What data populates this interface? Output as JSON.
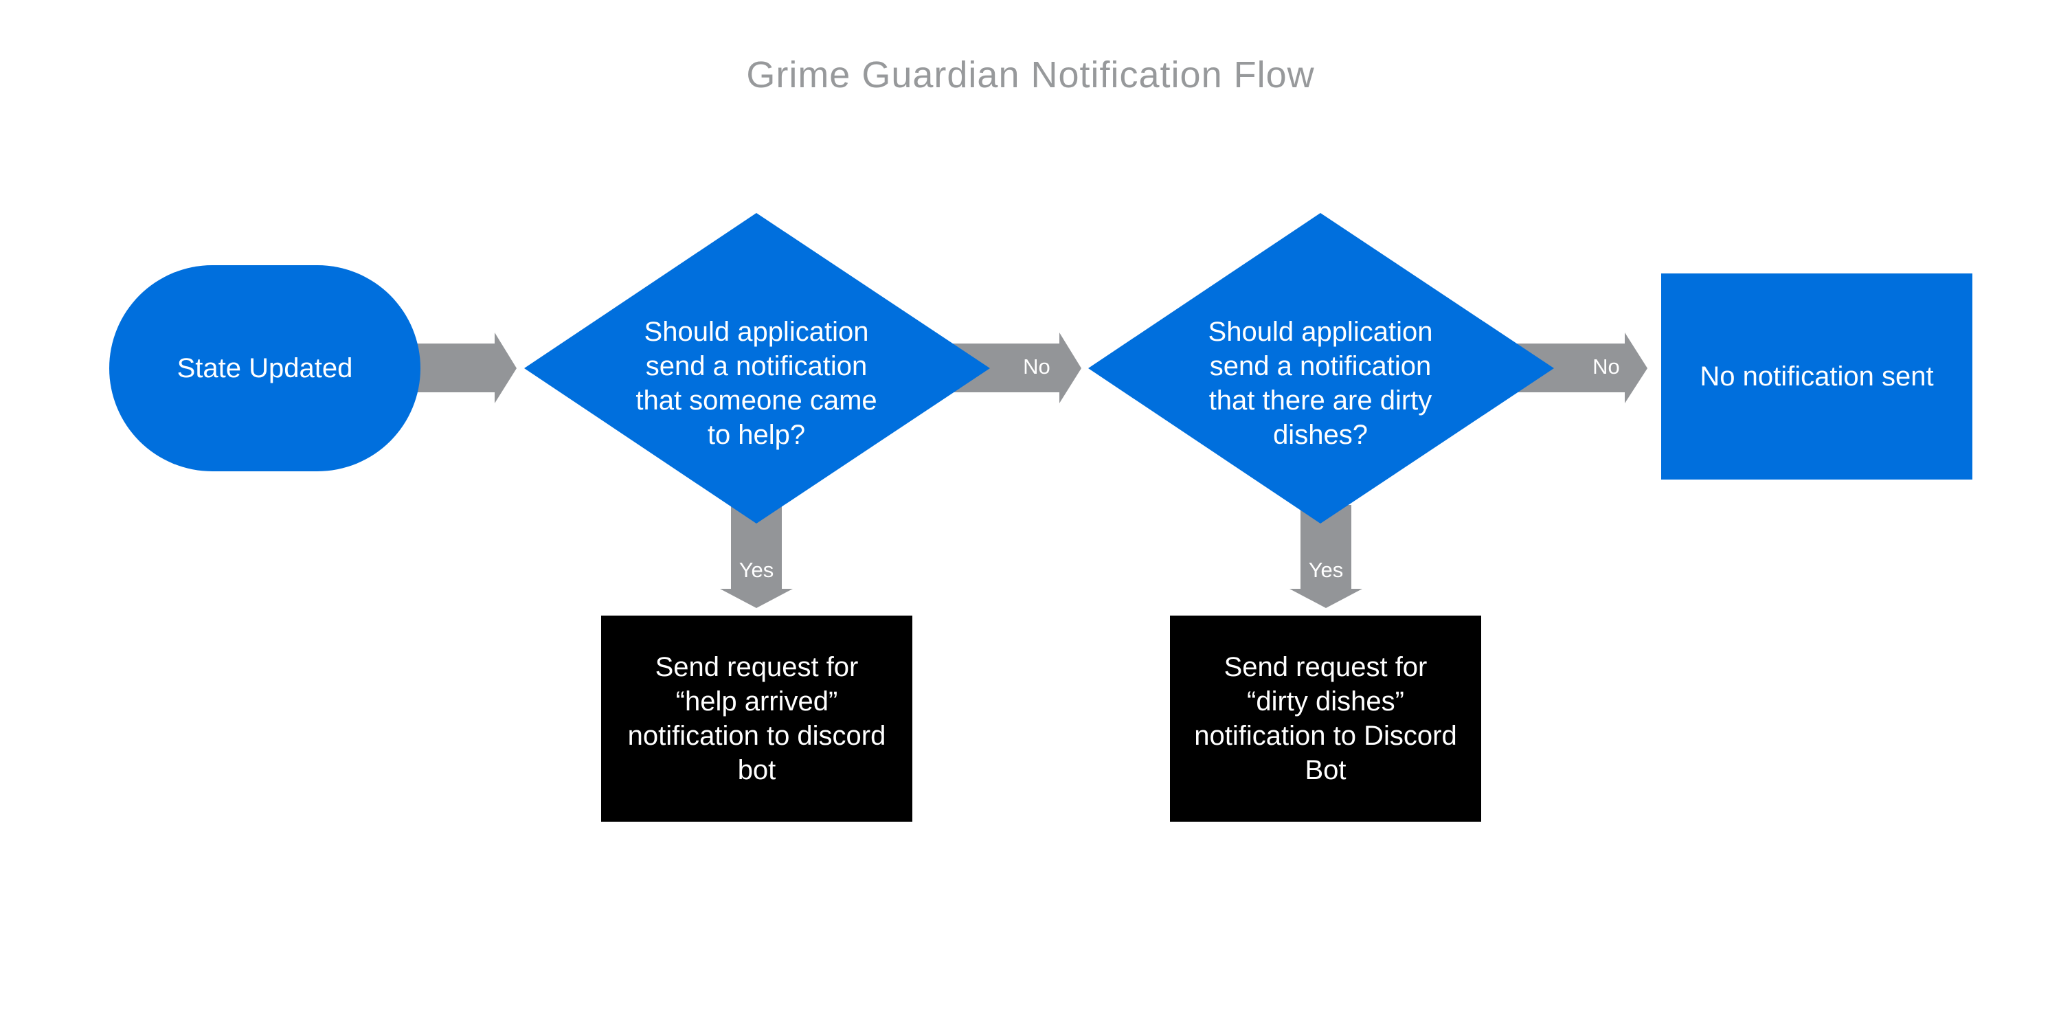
{
  "title": "Grime Guardian Notification Flow",
  "colors": {
    "process_blue": "#006fdd",
    "action_black": "#000000",
    "arrow_gray": "#939598",
    "title_gray": "#97999b"
  },
  "nodes": {
    "start": {
      "shape": "terminator",
      "label": "State Updated"
    },
    "decision_help": {
      "shape": "decision",
      "label": "Should application send a notification that someone came to help?"
    },
    "decision_dishes": {
      "shape": "decision",
      "label": "Should application send a notification that there are dirty dishes?"
    },
    "end_none": {
      "shape": "process",
      "label": "No notification sent"
    },
    "action_help": {
      "shape": "process",
      "label": "Send request for “help arrived” notification to discord bot"
    },
    "action_dishes": {
      "shape": "process",
      "label": "Send request for “dirty dishes” notification to Discord Bot"
    }
  },
  "edges": [
    {
      "from": "start",
      "to": "decision_help",
      "label": ""
    },
    {
      "from": "decision_help",
      "to": "decision_dishes",
      "label": "No"
    },
    {
      "from": "decision_dishes",
      "to": "end_none",
      "label": "No"
    },
    {
      "from": "decision_help",
      "to": "action_help",
      "label": "Yes"
    },
    {
      "from": "decision_dishes",
      "to": "action_dishes",
      "label": "Yes"
    }
  ]
}
